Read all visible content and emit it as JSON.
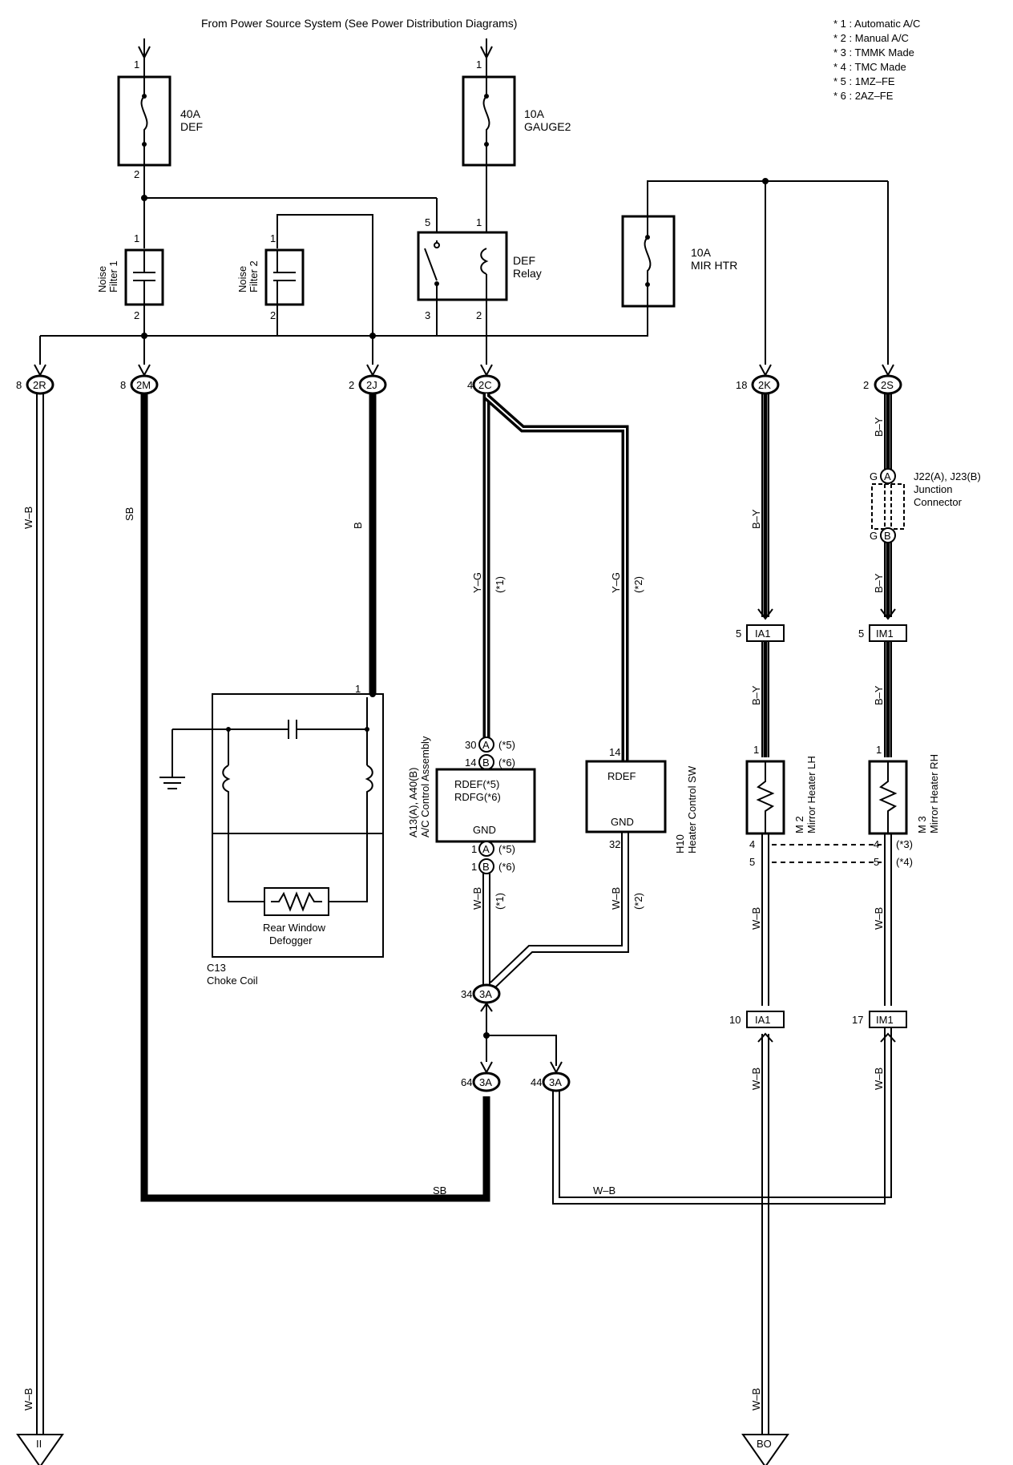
{
  "header": {
    "power_source": "From Power Source System (See Power Distribution Diagrams)"
  },
  "notes": [
    "* 1 : Automatic A/C",
    "* 2 : Manual A/C",
    "* 3 : TMMK Made",
    "* 4 : TMC Made",
    "* 5 : 1MZ–FE",
    "* 6 : 2AZ–FE"
  ],
  "fuses": {
    "def": [
      "40A",
      "DEF"
    ],
    "gauge2": [
      "10A",
      "GAUGE2"
    ],
    "mir_htr": [
      "10A",
      "MIR HTR"
    ]
  },
  "relay": {
    "line1": "DEF",
    "line2": "Relay"
  },
  "filters": {
    "f1": [
      "Noise",
      "Filter 1"
    ],
    "f2": [
      "Noise",
      "Filter 2"
    ]
  },
  "connectors": {
    "c2R": "2R",
    "c2M": "2M",
    "c2J": "2J",
    "c2C": "2C",
    "c2K": "2K",
    "c2S": "2S",
    "c3A": "3A",
    "ia1": "IA1",
    "im1": "IM1",
    "jA": "A",
    "jB": "B",
    "II": "II",
    "BO": "BO"
  },
  "pins": {
    "p1": "1",
    "p2": "2",
    "p3": "3",
    "p4": "4",
    "p5": "5",
    "p8": "8",
    "p10": "10",
    "p14": "14",
    "p17": "17",
    "p18": "18",
    "p30": "30",
    "p32": "32",
    "p34": "34",
    "p44": "44",
    "p64": "64",
    "g": "G"
  },
  "tags": {
    "t1": "(*1)",
    "t2": "(*2)",
    "t3": "(*3)",
    "t4": "(*4)",
    "t5": "(*5)",
    "t6": "(*6)"
  },
  "wires": {
    "wb": "W–B",
    "sb": "SB",
    "b": "B",
    "yg": "Y–G",
    "by": "B–Y"
  },
  "junction": {
    "l1": "J22(A), J23(B)",
    "l2": "Junction",
    "l3": "Connector"
  },
  "choke": {
    "code": "C13",
    "name": "Choke Coil",
    "defogger1": "Rear Window",
    "defogger2": "Defogger"
  },
  "ac_ctrl": {
    "code": "A13(A), A40(B)",
    "name": "A/C Control Assembly",
    "t1": "RDEF(*5)",
    "t2": "RDFG(*6)",
    "gnd": "GND"
  },
  "heater_sw": {
    "code": "H10",
    "name": "Heater Control SW",
    "t1": "RDEF",
    "gnd": "GND"
  },
  "mirror_lh": {
    "code": "M 2",
    "name": "Mirror Heater LH"
  },
  "mirror_rh": {
    "code": "M 3",
    "name": "Mirror Heater RH"
  }
}
